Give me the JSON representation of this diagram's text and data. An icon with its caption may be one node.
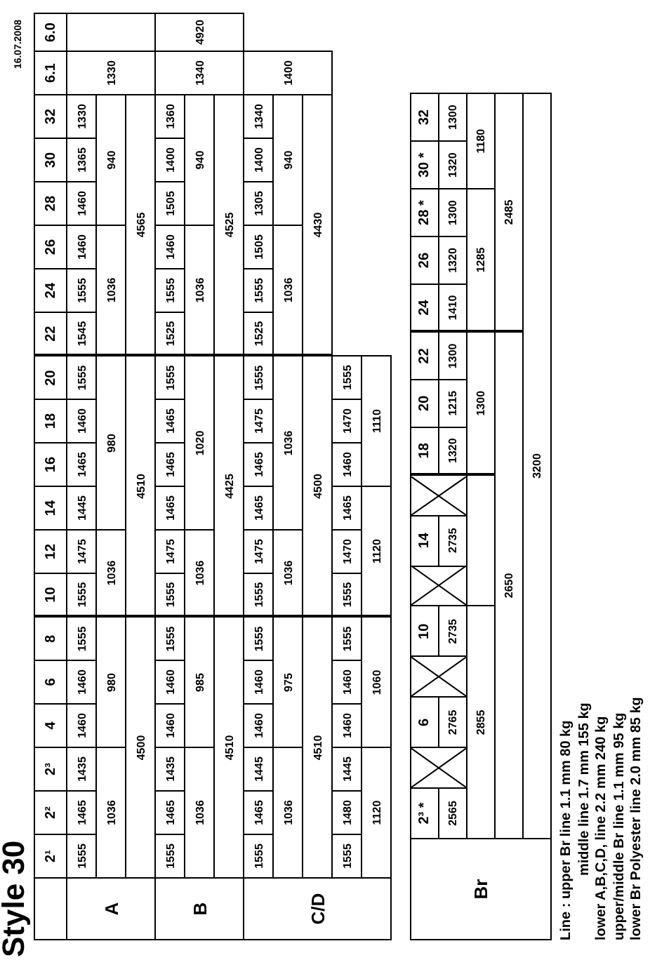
{
  "diagram": {
    "title": "Style 30",
    "labels": [
      "16.07.2008",
      "2¹",
      "2²",
      "2³",
      "4",
      "6",
      "8",
      "10",
      "12",
      "14",
      "16",
      "18",
      "20",
      "22",
      "24",
      "26",
      "28",
      "30",
      "32",
      "6.1",
      "6.0",
      "A",
      "1555",
      "1465",
      "1435",
      "1460",
      "1460",
      "1555",
      "1555",
      "1475",
      "1445",
      "1465",
      "1460",
      "1555",
      "1545",
      "1555",
      "1460",
      "1460",
      "1365",
      "1330",
      "1330",
      "1036",
      "980",
      "1036",
      "980",
      "1036",
      "940",
      "4500",
      "4510",
      "4565",
      "B",
      "1555",
      "1465",
      "1435",
      "1460",
      "1460",
      "1555",
      "1555",
      "1475",
      "1465",
      "1465",
      "1465",
      "1555",
      "1525",
      "1555",
      "1460",
      "1505",
      "1400",
      "1360",
      "1340",
      "4920",
      "1036",
      "985",
      "1036",
      "1020",
      "1036",
      "940",
      "4510",
      "4425",
      "4525",
      "C/D",
      "1555",
      "1465",
      "1445",
      "1460",
      "1460",
      "1555",
      "1555",
      "1475",
      "1465",
      "1465",
      "1475",
      "1555",
      "1525",
      "1555",
      "1505",
      "1305",
      "1400",
      "1340",
      "1400",
      "1036",
      "975",
      "1036",
      "1036",
      "1036",
      "940",
      "4510",
      "4500",
      "4430",
      "1555",
      "1480",
      "1445",
      "1460",
      "1460",
      "1555",
      "1555",
      "1470",
      "1465",
      "1460",
      "1470",
      "1555",
      "1120",
      "1060",
      "1120",
      "1110",
      "Br",
      "2³ *",
      "6",
      "10",
      "14",
      "18",
      "20",
      "22",
      "24",
      "26",
      "28 *",
      "30 *",
      "32",
      "2565",
      "2765",
      "2735",
      "2735",
      "1320",
      "1215",
      "1300",
      "1410",
      "1320",
      "1300",
      "1320",
      "1300",
      "2855",
      "1300",
      "1285",
      "1180",
      "2650",
      "2485",
      "3200",
      "Line : upper Br line 1.1 mm 80 kg",
      "middle line 1.7 mm 155 kg",
      "lower A,B,C,D, line 2.2 mm 240 kg",
      "upper/middle Br line 1.1 mm 95 kg",
      "lower Br Polyester line 2.0 mm 85 kg"
    ]
  }
}
